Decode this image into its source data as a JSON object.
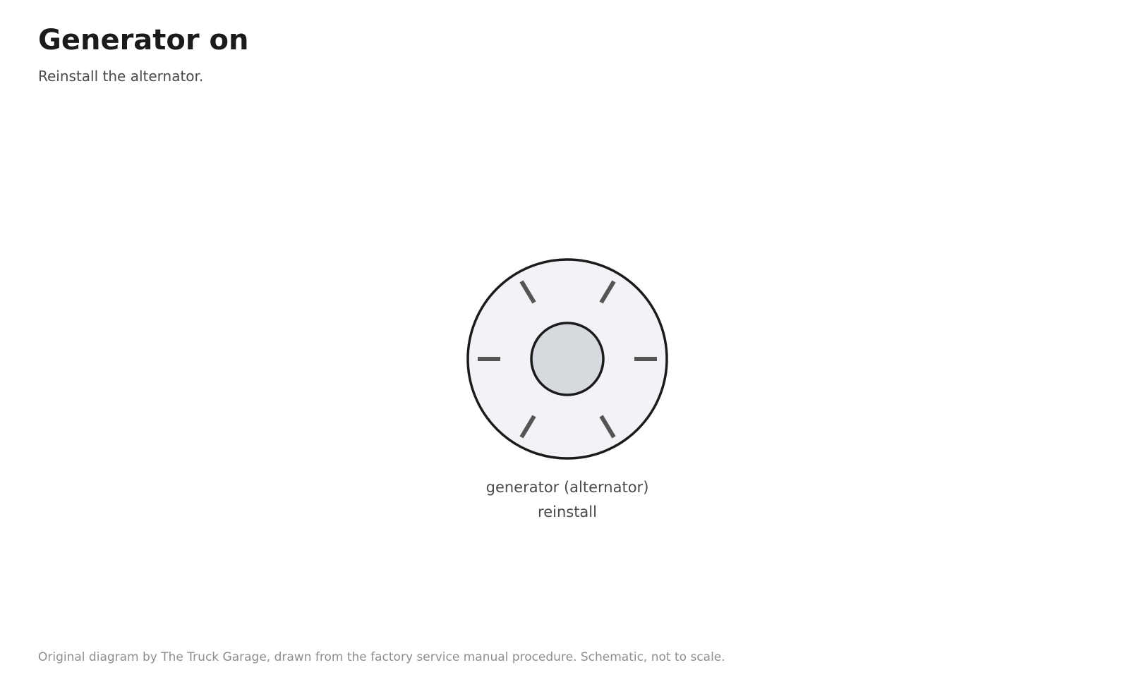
{
  "header": {
    "title": "Generator on",
    "subtitle": "Reinstall the alternator."
  },
  "diagram": {
    "component_label_line1": "generator (alternator)",
    "component_label_line2": "reinstall",
    "icon": "alternator-icon",
    "colors": {
      "outline": "#1b1b1b",
      "body_fill": "#f2f3f6",
      "hub_fill": "#d6d9de",
      "vent_marks": "#555555"
    }
  },
  "footer": {
    "credit": "Original diagram by The Truck Garage, drawn from the factory service manual procedure. Schematic, not to scale."
  }
}
